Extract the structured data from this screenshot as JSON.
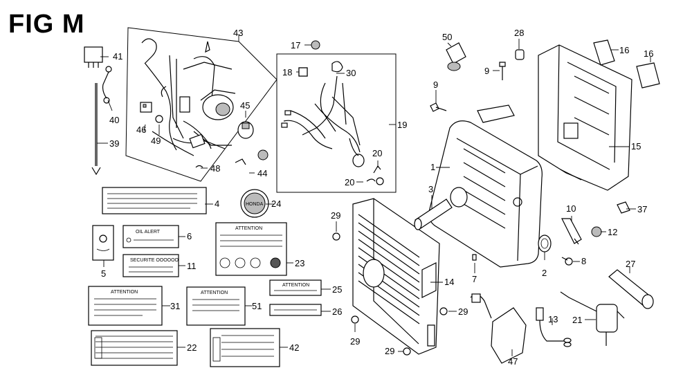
{
  "figure": {
    "title": "FIG M"
  },
  "labels": {
    "l1": "1",
    "l2": "2",
    "l3": "3",
    "l4": "4",
    "l5": "5",
    "l6": "6",
    "l7": "7",
    "l8": "8",
    "l9a": "9",
    "l9b": "9",
    "l10": "10",
    "l11": "11",
    "l12": "12",
    "l13": "13",
    "l14": "14",
    "l15": "15",
    "l16a": "16",
    "l16b": "16",
    "l17": "17",
    "l18": "18",
    "l19": "19",
    "l20a": "20",
    "l20b": "20",
    "l21": "21",
    "l22": "22",
    "l23": "23",
    "l24": "24",
    "l25": "25",
    "l26": "26",
    "l27": "27",
    "l28": "28",
    "l29a": "29",
    "l29b": "29",
    "l29c": "29",
    "l29d": "29",
    "l30": "30",
    "l31": "31",
    "l37": "37",
    "l39": "39",
    "l40": "40",
    "l41": "41",
    "l42": "42",
    "l43": "43",
    "l44": "44",
    "l45": "45",
    "l46": "46",
    "l47": "47",
    "l48": "48",
    "l49": "49",
    "l50": "50",
    "l51": "51"
  },
  "decal_text": {
    "oil_alert": "OIL ALERT",
    "securite": "SECURITE OOOOOO",
    "attention_23": "ATTENTION",
    "attention_25": "ATTENTION",
    "attention_31": "ATTENTION",
    "attention_51": "ATTENTION",
    "honda_logo": "HONDA"
  }
}
